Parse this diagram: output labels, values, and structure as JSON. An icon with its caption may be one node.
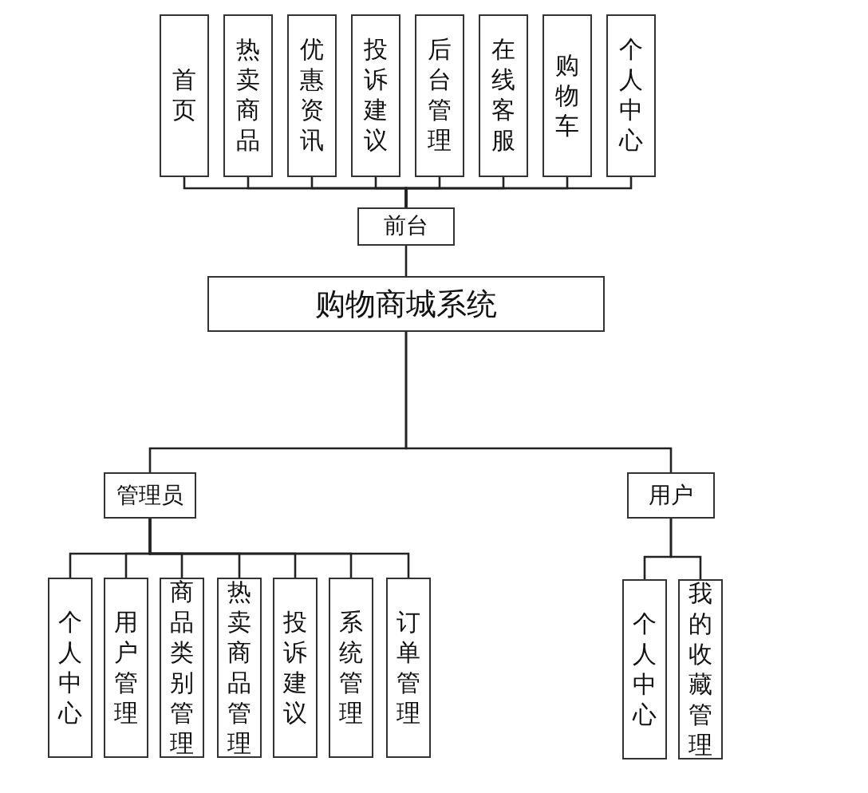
{
  "diagram": {
    "nodes": [
      {
        "text": [
          "首页"
        ]
      },
      {
        "text": [
          "热卖商品"
        ]
      },
      {
        "text": [
          "优惠资讯"
        ]
      },
      {
        "text": [
          "投诉建议"
        ]
      },
      {
        "text": [
          "后台管理"
        ]
      },
      {
        "text": [
          "在线客服"
        ]
      },
      {
        "text": [
          "购物车"
        ]
      },
      {
        "text": [
          "个人中心"
        ]
      },
      {
        "text": [
          "前台"
        ]
      },
      {
        "text": [
          "购物商城系统"
        ]
      },
      {
        "text": [
          "管理员"
        ]
      },
      {
        "text": [
          "用户"
        ]
      },
      {
        "text": [
          "个人中心"
        ]
      },
      {
        "text": [
          "用户管理"
        ]
      },
      {
        "text": [
          "商品类别管理"
        ]
      },
      {
        "text": [
          "热卖商品管理"
        ]
      },
      {
        "text": [
          "投诉建议"
        ]
      },
      {
        "text": [
          "系统管理"
        ]
      },
      {
        "text": [
          "订单管理"
        ]
      },
      {
        "text": [
          "个人中心"
        ]
      },
      {
        "text": [
          "我的收藏管理"
        ]
      }
    ],
    "edges": [
      {
        "from": 0,
        "to": 8,
        "arrow": "none"
      },
      {
        "from": 1,
        "to": 8,
        "arrow": "none"
      },
      {
        "from": 2,
        "to": 8,
        "arrow": "none"
      },
      {
        "from": 3,
        "to": 8,
        "arrow": "none"
      },
      {
        "from": 4,
        "to": 8,
        "arrow": "none"
      },
      {
        "from": 5,
        "to": 8,
        "arrow": "none"
      },
      {
        "from": 6,
        "to": 8,
        "arrow": "none"
      },
      {
        "from": 7,
        "to": 8,
        "arrow": "none"
      },
      {
        "from": 8,
        "to": 9,
        "arrow": "none"
      },
      {
        "from": 9,
        "to": 10,
        "arrow": "none"
      },
      {
        "from": 9,
        "to": 11,
        "arrow": "none"
      },
      {
        "from": 10,
        "to": 12,
        "arrow": "none"
      },
      {
        "from": 10,
        "to": 13,
        "arrow": "none"
      },
      {
        "from": 10,
        "to": 14,
        "arrow": "none"
      },
      {
        "from": 10,
        "to": 15,
        "arrow": "none"
      },
      {
        "from": 10,
        "to": 16,
        "arrow": "none"
      },
      {
        "from": 10,
        "to": 17,
        "arrow": "none"
      },
      {
        "from": 10,
        "to": 18,
        "arrow": "none"
      },
      {
        "from": 11,
        "to": 19,
        "arrow": "none"
      },
      {
        "from": 11,
        "to": 20,
        "arrow": "none"
      }
    ]
  }
}
